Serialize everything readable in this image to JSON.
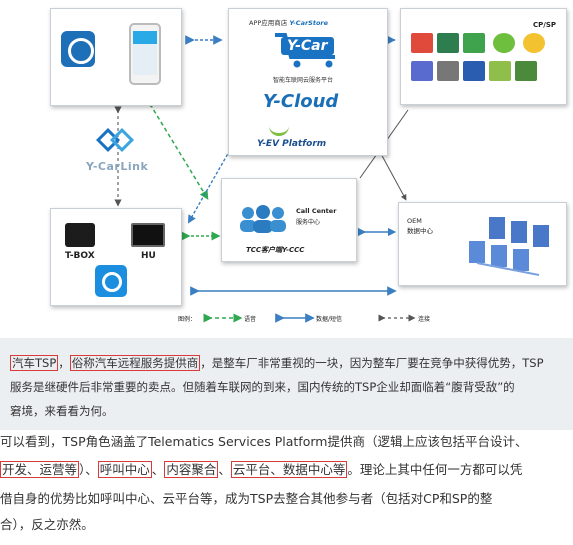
{
  "diagram": {
    "appstore_label_prefix": "APP应用商店 ",
    "appstore_label_brand": "Y-CarStore",
    "ycar_text": "Y-Car",
    "platform_label": "智能车联网云服务平台",
    "ycloud_text": "Y-Cloud",
    "yev_text": "Y-EV Platform",
    "cpsp_label": "CP/SP",
    "carlink_text": "Y-CarLink",
    "tbox_label": "T-BOX",
    "hu_label": "HU",
    "call_title": "Call Center",
    "call_subtitle": "服务中心",
    "tcc_label": "TCC客户端Y-CCC",
    "oem_title": "OEM",
    "oem_subtitle": "数据中心",
    "legend": {
      "title": "图例：",
      "voice": "语音",
      "data": "数据/短信",
      "connect": "连接"
    },
    "colors": {
      "blue_arrow": "#3a7fc1",
      "green_arrow": "#2fa84f",
      "gray_arrow": "#666666"
    }
  },
  "text": {
    "p1_box1": "汽车TSP",
    "p1_sep": "，",
    "p1_box2": "俗称汽车远程服务提供商",
    "p1_rest": "，是整车厂非常重视的一块，因为整车厂要在竞争中获得优势，TSP",
    "p2": "服务是继硬件后非常重要的卖点。但随着车联网的到来，国内传统的TSP企业却面临着“腹背受敌”的",
    "p3": "窘境，来看看为何。",
    "b1": "可以看到，TSP角色涵盖了Telematics Services Platform提供商（逻辑上应该包括平台设计、",
    "b2_box1": "开发、运营等",
    "b2_sep1": "）、",
    "b2_box2": "呼叫中心",
    "b2_sep2": "、",
    "b2_box3": "内容聚合",
    "b2_sep3": "、",
    "b2_box4": "云平台、数据中心等",
    "b2_rest": "。理论上其中任何一方都可以凭",
    "b3": "借自身的优势比如呼叫中心、云平台等，成为TSP去整合其他参与者（包括对CP和SP的整",
    "b4": "合），反之亦然。"
  }
}
